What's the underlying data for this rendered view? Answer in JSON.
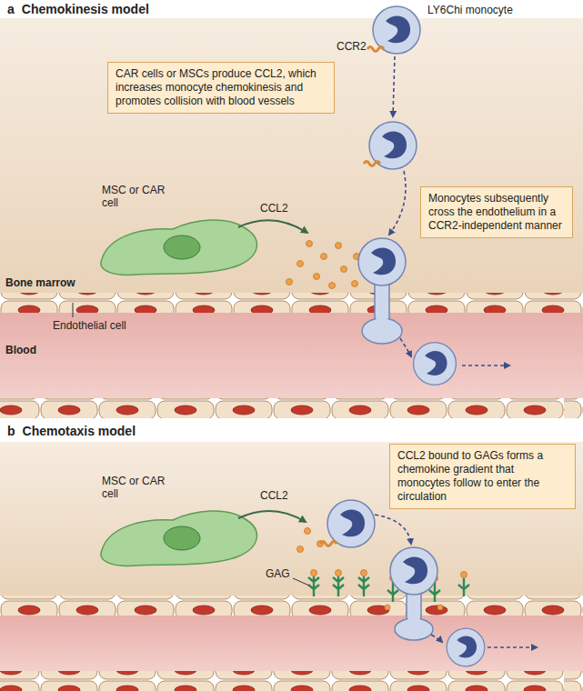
{
  "diagram": {
    "nodes": [
      {
        "text": [
          "CAR cells or MSCs produce CCL2, which increases monocyte chemokinesis and promotes collision with blood vessels"
        ]
      },
      {
        "text": [
          "LY6Chi monocyte"
        ]
      },
      {
        "text": [
          "Monocytes subsequently cross the endothelium in a CCR2-independent manner"
        ]
      },
      {
        "text": [
          "MSC or CAR cell"
        ]
      },
      {
        "text": [
          "MSC or CAR cell"
        ]
      },
      {
        "text": [
          "CCL2 bound to GAGs forms a chemokine gradient that monocytes follow to enter the circulation"
        ]
      }
    ],
    "labels": [
      "a",
      "Chemokinesis model",
      "CCR2",
      "CCL2",
      "Bone marrow",
      "Endothelial cell",
      "Blood",
      "b",
      "Chemotaxis model",
      "CCL2",
      "GAG"
    ]
  }
}
